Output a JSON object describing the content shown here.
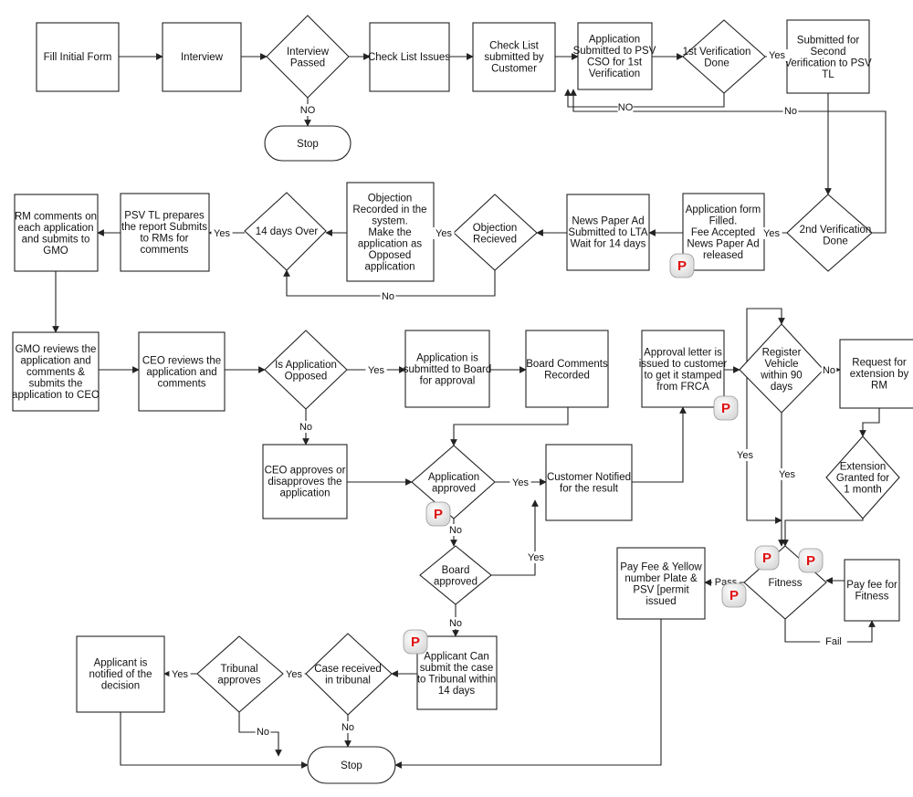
{
  "diagram": {
    "nodes": {
      "fill_initial_form": {
        "lines": [
          "Fill Initial Form"
        ]
      },
      "interview": {
        "lines": [
          "Interview"
        ]
      },
      "interview_passed": {
        "lines": [
          "Interview",
          "Passed"
        ]
      },
      "stop_top": {
        "lines": [
          "Stop"
        ]
      },
      "check_list_issues": {
        "lines": [
          "Check List Issues"
        ]
      },
      "check_list_submitted": {
        "lines": [
          "Check List",
          "submitted by",
          "Customer"
        ]
      },
      "app_submitted_cso": {
        "lines": [
          "Application",
          "Submitted to PSV",
          "CSO for 1st",
          "Verification"
        ]
      },
      "first_verification": {
        "lines": [
          "1st Verification",
          "Done"
        ]
      },
      "second_verification_submit": {
        "lines": [
          "Submitted for",
          "Second",
          "Verification to PSV",
          "TL"
        ]
      },
      "second_verification_done": {
        "lines": [
          "2nd Verification",
          "Done"
        ]
      },
      "app_form_filled": {
        "lines": [
          "Application form",
          "Filled.",
          "Fee Accepted",
          "News Paper Ad",
          "released"
        ]
      },
      "news_paper_ad": {
        "lines": [
          "News Paper Ad",
          "Submitted to LTA",
          "Wait for 14 days"
        ]
      },
      "objection_received": {
        "lines": [
          "Objection",
          "Recieved"
        ]
      },
      "objection_recorded": {
        "lines": [
          "Objection",
          "Recorded in the",
          "system.",
          "Make the",
          "application as",
          "Opposed",
          "application"
        ]
      },
      "days_14_over": {
        "lines": [
          "14 days Over"
        ]
      },
      "psv_tl_report": {
        "lines": [
          "PSV TL prepares",
          "the report Submits",
          "to RMs for",
          "comments"
        ]
      },
      "rm_comments": {
        "lines": [
          "RM comments on",
          "each application",
          "and submits to",
          "GMO"
        ]
      },
      "gmo_reviews": {
        "lines": [
          "GMO reviews the",
          "application and",
          "comments &",
          "submits the",
          "application to CEO"
        ]
      },
      "ceo_reviews": {
        "lines": [
          "CEO reviews the",
          "application and",
          "comments"
        ]
      },
      "is_app_opposed": {
        "lines": [
          "Is Application",
          "Opposed"
        ]
      },
      "app_to_board": {
        "lines": [
          "Application is",
          "submitted to Board",
          "for approval"
        ]
      },
      "board_comments": {
        "lines": [
          "Board Comments",
          "Recorded"
        ]
      },
      "ceo_approves": {
        "lines": [
          "CEO approves or",
          "disapproves the",
          "application"
        ]
      },
      "application_approved": {
        "lines": [
          "Application",
          "approved"
        ]
      },
      "customer_notified": {
        "lines": [
          "Customer Notified",
          "for the result"
        ]
      },
      "board_approved": {
        "lines": [
          "Board",
          "approved"
        ]
      },
      "tribunal_submit": {
        "lines": [
          "Applicant Can",
          "submit the case",
          "to Tribunal within",
          "14 days"
        ]
      },
      "case_received": {
        "lines": [
          "Case received",
          "in tribunal"
        ]
      },
      "tribunal_approves": {
        "lines": [
          "Tribunal",
          "approves"
        ]
      },
      "applicant_notified": {
        "lines": [
          "Applicant is",
          "notified of the",
          "decision"
        ]
      },
      "stop_bottom": {
        "lines": [
          "Stop"
        ]
      },
      "approval_letter": {
        "lines": [
          "Approval letter is",
          "issued to customer",
          "to get it stamped",
          "from FRCA"
        ]
      },
      "register_vehicle": {
        "lines": [
          "Register",
          "Vehicle",
          "within 90",
          "days"
        ]
      },
      "request_extension": {
        "lines": [
          "Request for",
          "extension by",
          "RM"
        ]
      },
      "extension_granted": {
        "lines": [
          "Extension",
          "Granted for",
          "1 month"
        ]
      },
      "fitness": {
        "lines": [
          "Fitness"
        ]
      },
      "pay_fee_fitness": {
        "lines": [
          "Pay fee for",
          "Fitness"
        ]
      },
      "pay_fee_yellow": {
        "lines": [
          "Pay Fee & Yellow",
          "number Plate &",
          "PSV [permit",
          "issued"
        ]
      }
    },
    "edge_labels": {
      "interview_no": "NO",
      "verification1_yes": "Yes",
      "verification1_no": "NO",
      "verification2_no": "No",
      "verification2_yes": "Yes",
      "objection_yes": "Yes",
      "days14_yes": "Yes",
      "objection_no": "No",
      "opposed_yes": "Yes",
      "opposed_no": "No",
      "app_approved_yes": "Yes",
      "app_approved_no": "No",
      "board_yes": "Yes",
      "board_no": "No",
      "case_yes": "Yes",
      "case_no": "No",
      "tribunal_yes": "Yes",
      "tribunal_no": "No",
      "register_no": "No",
      "register_yes_left": "Yes",
      "register_yes_down": "Yes",
      "fitness_pass": "Pass",
      "fitness_fail": "Fail"
    },
    "payment_marker": "P"
  }
}
